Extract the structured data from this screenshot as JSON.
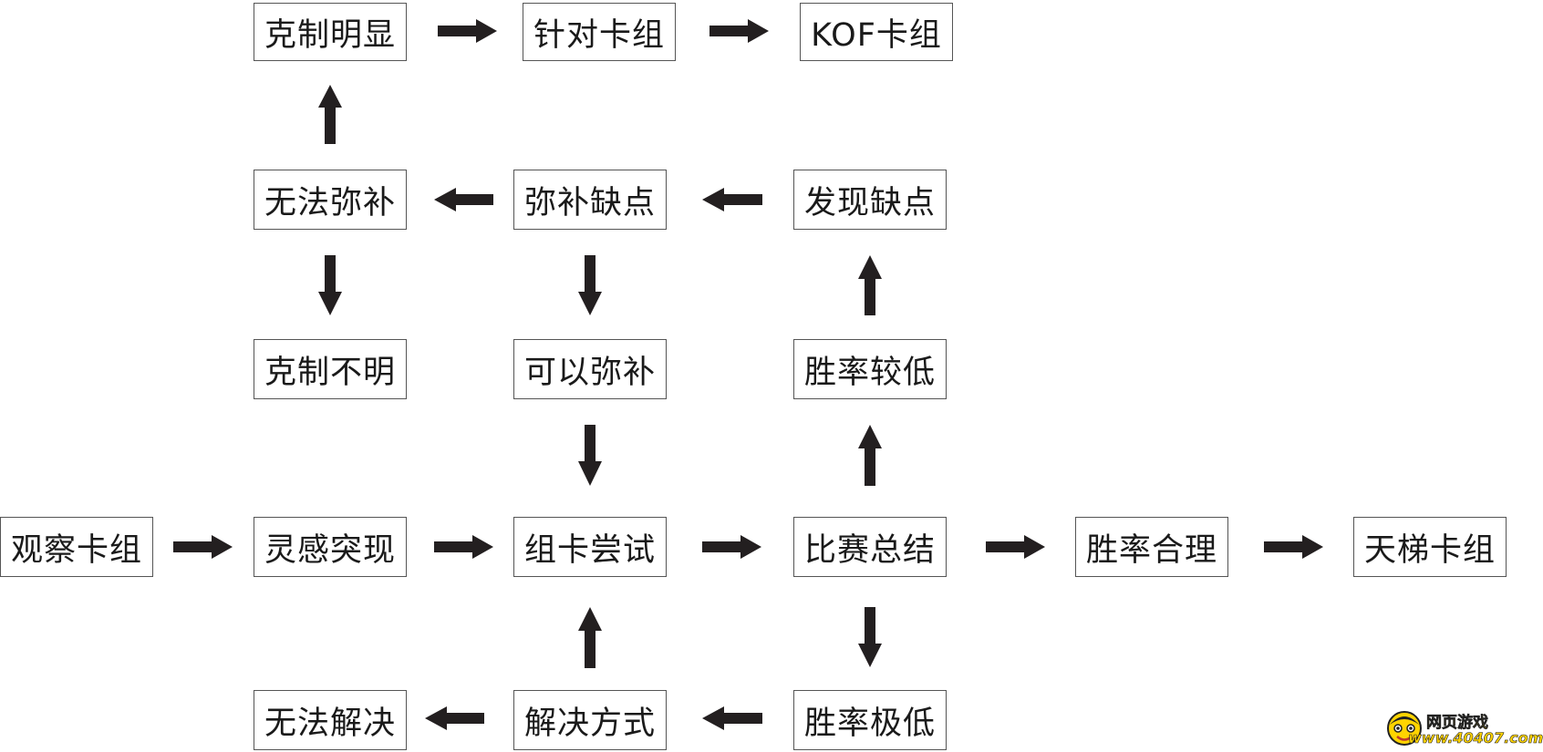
{
  "nodes": {
    "clear_counter": "克制明显",
    "targeted_deck": "针对卡组",
    "kof_deck": "KOF卡组",
    "cannot_fix": "无法弥补",
    "fix_weakness": "弥补缺点",
    "find_weakness": "发现缺点",
    "unclear_counter": "克制不明",
    "can_fix": "可以弥补",
    "low_winrate": "胜率较低",
    "observe_deck": "观察卡组",
    "inspiration": "灵感突现",
    "build_try": "组卡尝试",
    "match_summary": "比赛总结",
    "reasonable_winrate": "胜率合理",
    "ladder_deck": "天梯卡组",
    "cannot_solve": "无法解决",
    "solution": "解决方式",
    "very_low_winrate": "胜率极低"
  },
  "logo": {
    "line1": "网页游戏",
    "line2": "www.40407.com"
  },
  "colors": {
    "arrow": "#231f20",
    "border": "#555555",
    "text": "#1a1a1a",
    "logo_yellow": "#ffd400"
  }
}
